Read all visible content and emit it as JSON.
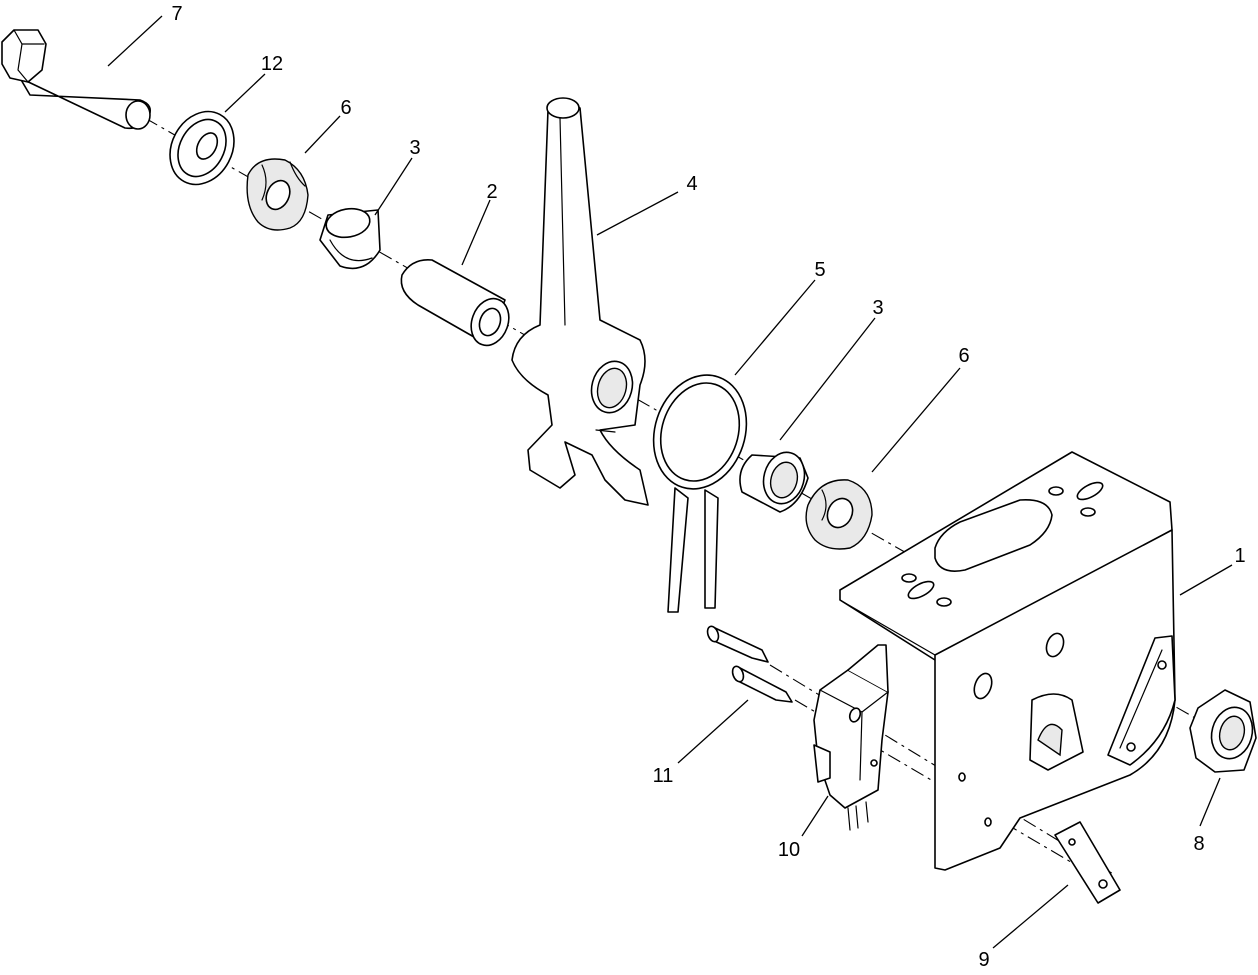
{
  "callouts": {
    "c1": "1",
    "c2": "2",
    "c3a": "3",
    "c3b": "3",
    "c4": "4",
    "c5": "5",
    "c6a": "6",
    "c6b": "6",
    "c7": "7",
    "c8": "8",
    "c9": "9",
    "c10": "10",
    "c11": "11",
    "c12": "12"
  }
}
